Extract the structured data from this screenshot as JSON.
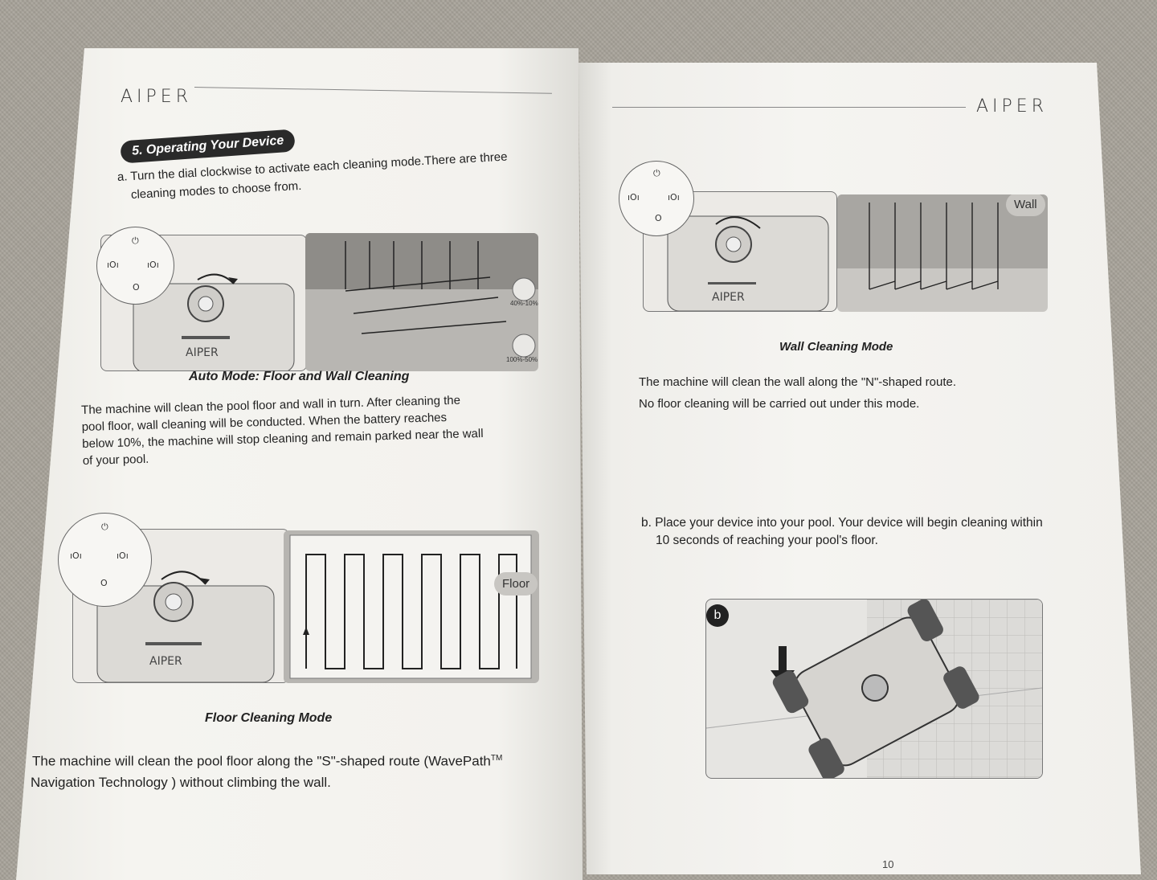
{
  "brand": "AIPER",
  "left": {
    "section_title": "5. Operating Your Device",
    "intro_line1": "a. Turn the dial clockwise to activate each cleaning mode.There are three",
    "intro_line2": "cleaning modes to choose from.",
    "battery_top": "40%-10%",
    "battery_bottom": "100%-50%",
    "auto_caption": "Auto Mode: Floor and Wall Cleaning",
    "auto_desc": [
      "The machine will clean the pool floor and wall in turn. After cleaning the",
      "pool floor, wall cleaning will be conducted. When the battery reaches",
      "below 10%, the machine will stop cleaning and remain parked near the wall",
      "of your pool."
    ],
    "floor_label": "Floor",
    "floor_caption": "Floor Cleaning Mode",
    "floor_desc_line1": "The machine will clean the pool floor along the \"S\"-shaped route (WavePath",
    "tm": "TM",
    "floor_desc_line2": "Navigation Technology ) without climbing the wall."
  },
  "right": {
    "wall_label": "Wall",
    "wall_caption": "Wall Cleaning Mode",
    "wall_desc": [
      "The machine will clean the wall along the \"N\"-shaped route.",
      "No floor cleaning will be carried out under this mode."
    ],
    "place_line1": "b. Place your device into your pool. Your device will begin cleaning within",
    "place_line2": "10 seconds of reaching your pool's floor.",
    "b_badge": "b",
    "page_number": "10"
  },
  "dial": {
    "power_symbol": "⏻",
    "mode_symbol": "ıOı",
    "floor_symbol": "O"
  }
}
